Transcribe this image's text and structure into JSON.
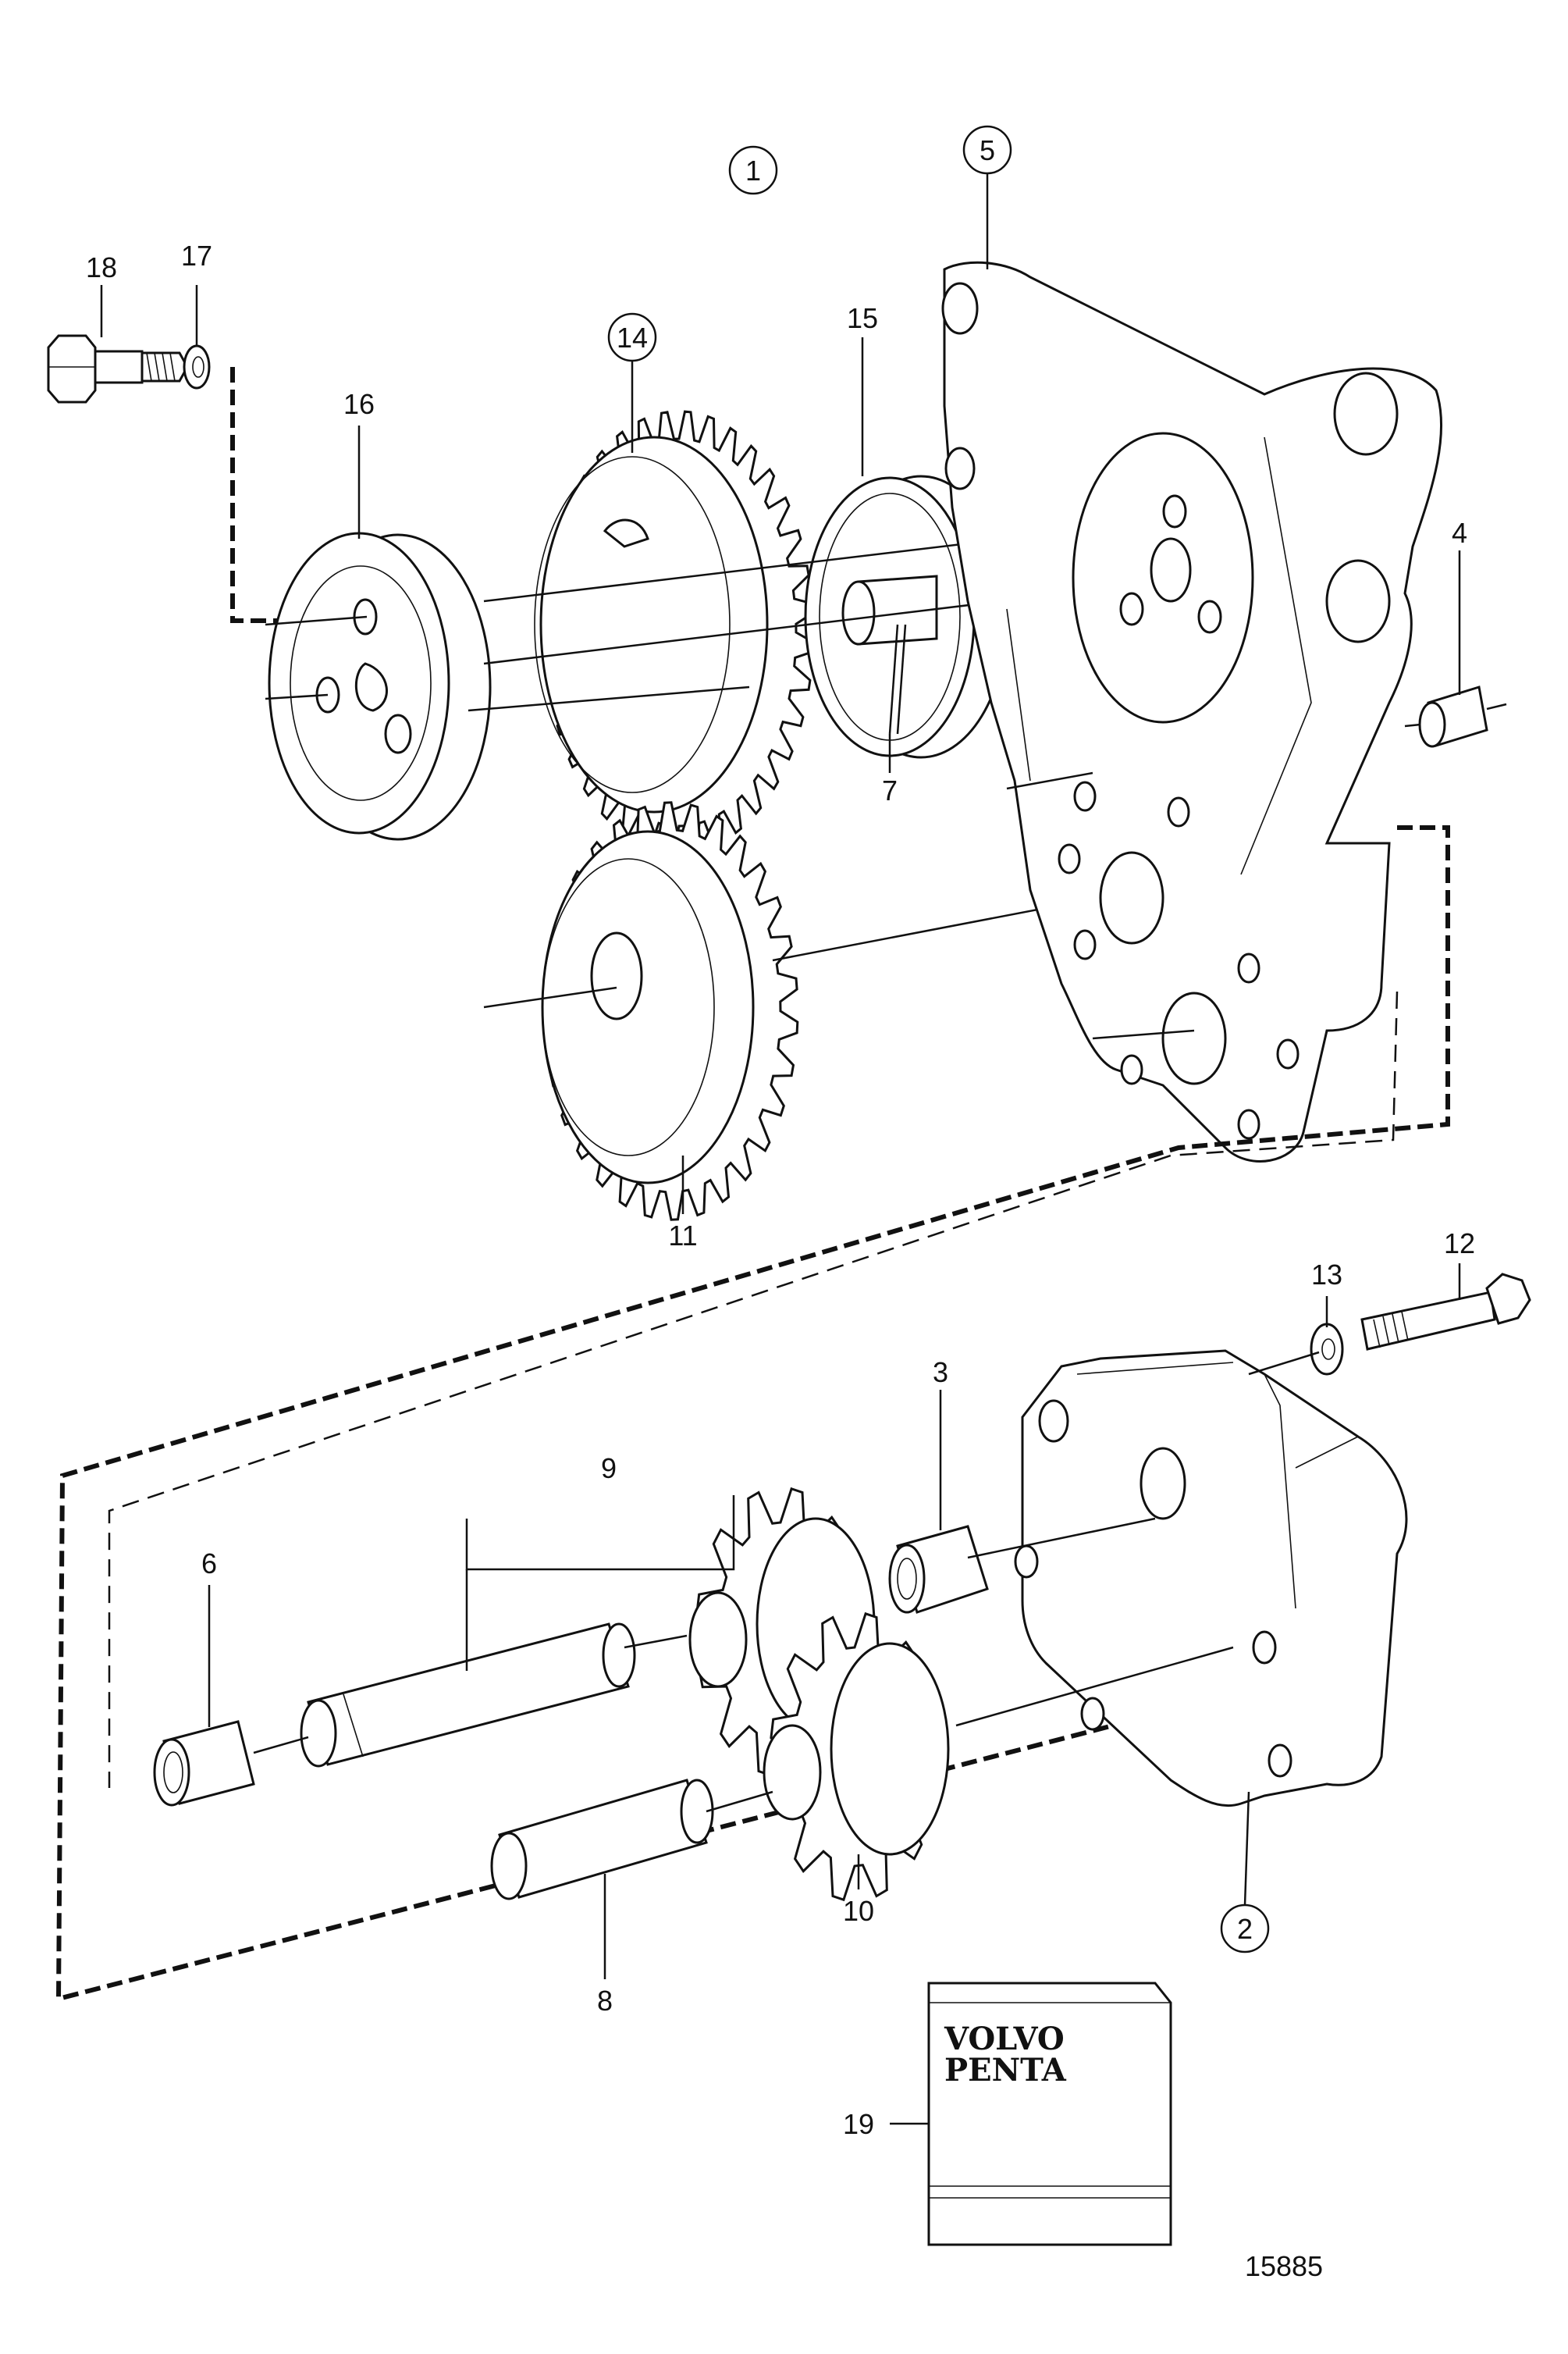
{
  "callouts": {
    "c1": "1",
    "c2": "2",
    "c3": "3",
    "c4": "4",
    "c5": "5",
    "c6": "6",
    "c7": "7",
    "c8": "8",
    "c9": "9",
    "c10": "10",
    "c11": "11",
    "c12": "12",
    "c13": "13",
    "c14": "14",
    "c15": "15",
    "c16": "16",
    "c17": "17",
    "c18": "18",
    "c19": "19"
  },
  "packet": {
    "line1": "VOLVO",
    "line2": "PENTA"
  },
  "drawing_number": "15885"
}
